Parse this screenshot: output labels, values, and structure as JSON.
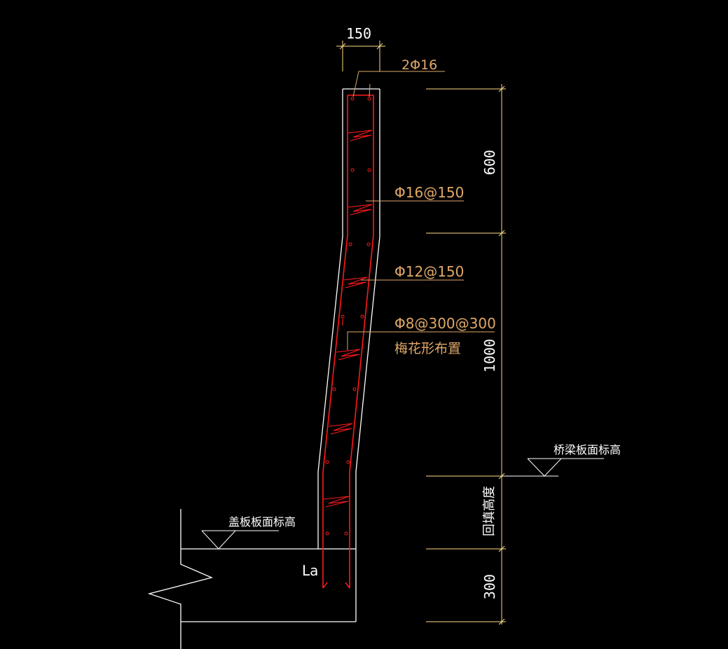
{
  "colors": {
    "background": "#000000",
    "concrete_outline": "#ffffff",
    "rebar": "#ff1a1a",
    "dimension": "#ffdd88",
    "annotation_text": "#e0a868",
    "leader_line": "#e0a868"
  },
  "dimensions": {
    "top_width": "150",
    "segment_top": "600",
    "segment_middle": "1000",
    "segment_bottom": "300",
    "backfill": "回填高度"
  },
  "annotations": {
    "top_bars": "2Φ16",
    "vertical_bars": "Φ16@150",
    "horizontal_bars": "Φ12@150",
    "tie_bars": "Φ8@300@300",
    "tie_layout": "梅花形布置",
    "anchorage": "La"
  },
  "elevations": {
    "bridge_deck": "桥梁板面标高",
    "cover_slab": "盖板板面标高"
  }
}
